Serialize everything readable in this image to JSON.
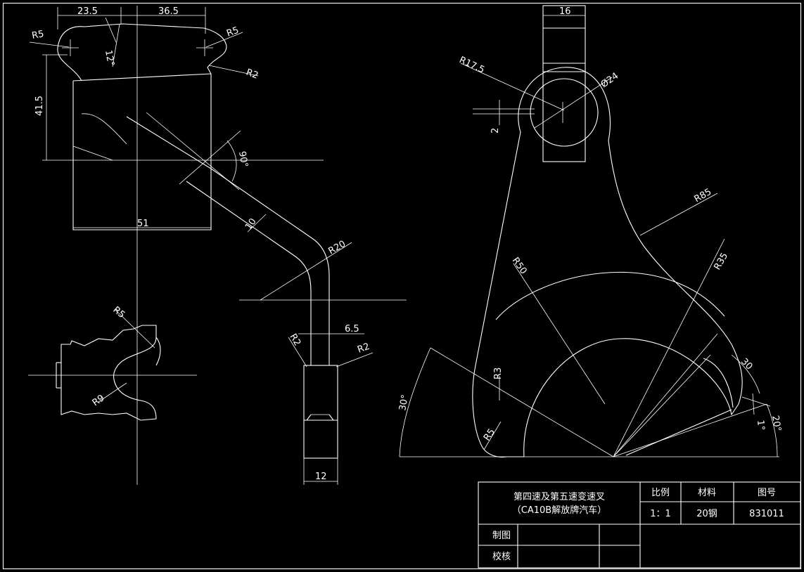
{
  "colors": {
    "background": "#000000",
    "line": "#ffffff"
  },
  "views": {
    "top_view": {
      "dims": {
        "d1": "23.5",
        "d2": "36.5",
        "r5_left": "R5",
        "r5_right": "R5",
        "r2": "R2",
        "h": "41.5",
        "ang12": "12°",
        "ang90": "90°",
        "w": "51",
        "t10": "10",
        "r20": "R20",
        "d65": "6.5",
        "r2a": "R2",
        "r2b": "R2",
        "w12": "12"
      }
    },
    "section_view": {
      "dims": {
        "r5": "R5",
        "r9": "R9"
      }
    },
    "front_view": {
      "dims": {
        "w16": "16",
        "r175": "R17.5",
        "dia24": "Ø24",
        "d2": "2",
        "r85": "R85",
        "r50": "R50",
        "r35": "R35",
        "r3": "R3",
        "r5": "R5",
        "ang30a": "30°",
        "a30": "30",
        "ang1": "1°",
        "ang20": "20°"
      }
    }
  },
  "title_block": {
    "name_line1": "第四速及第五速变速叉",
    "name_line2": "（CA10B解放牌汽车）",
    "scale_label": "比例",
    "material_label": "材料",
    "drawing_no_label": "图号",
    "scale_value": "1：1",
    "material_value": "20钢",
    "drawing_no_value": "831011",
    "drawn_by_label": "制图",
    "checked_by_label": "校核"
  }
}
